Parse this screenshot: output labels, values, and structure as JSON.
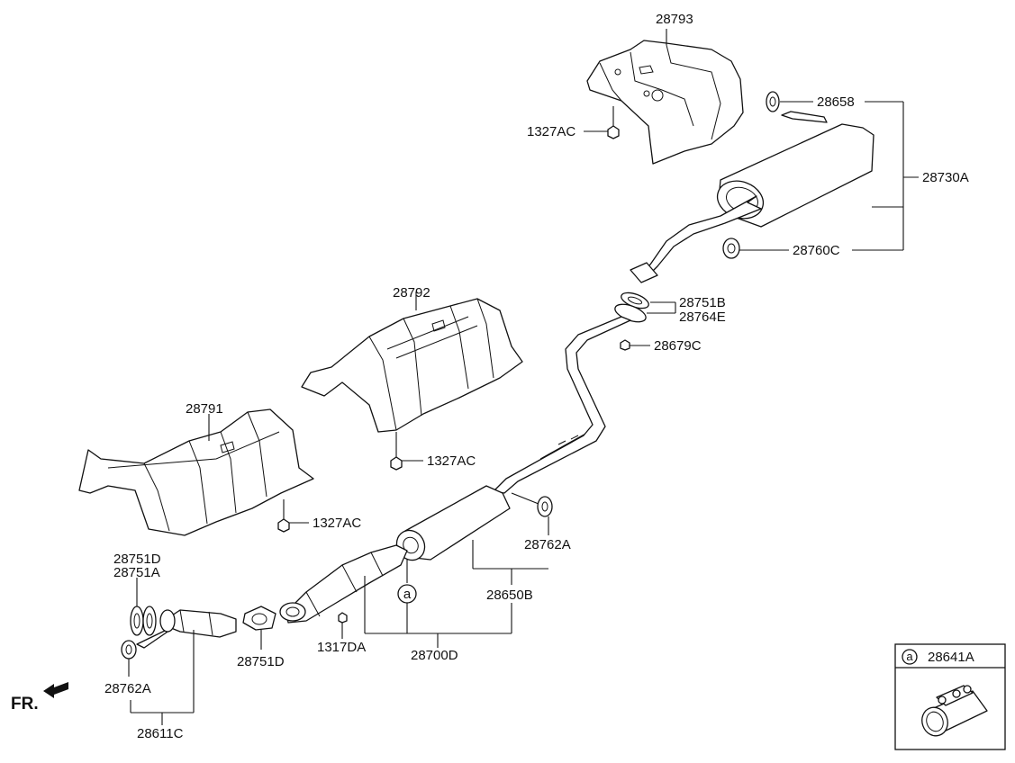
{
  "labels": {
    "p28793": "28793",
    "p1327ac_a": "1327AC",
    "p28658": "28658",
    "p28730a": "28730A",
    "p28760c": "28760C",
    "p28751b": "28751B",
    "p28764e": "28764E",
    "p28679c": "28679C",
    "p28792": "28792",
    "p1327ac_b": "1327AC",
    "p28791": "28791",
    "p1327ac_c": "1327AC",
    "p28762a_r": "28762A",
    "p28650b": "28650B",
    "p28751d_top": "28751D",
    "p28751a": "28751A",
    "p28751d_mid": "28751D",
    "p1317da": "1317DA",
    "p28700d": "28700D",
    "p28762a_l": "28762A",
    "p28611c": "28611C",
    "circle_a": "a",
    "fr": "FR."
  },
  "inset": {
    "callout": "a",
    "part": "28641A"
  },
  "icons": [
    "front-direction-arrow-icon"
  ]
}
